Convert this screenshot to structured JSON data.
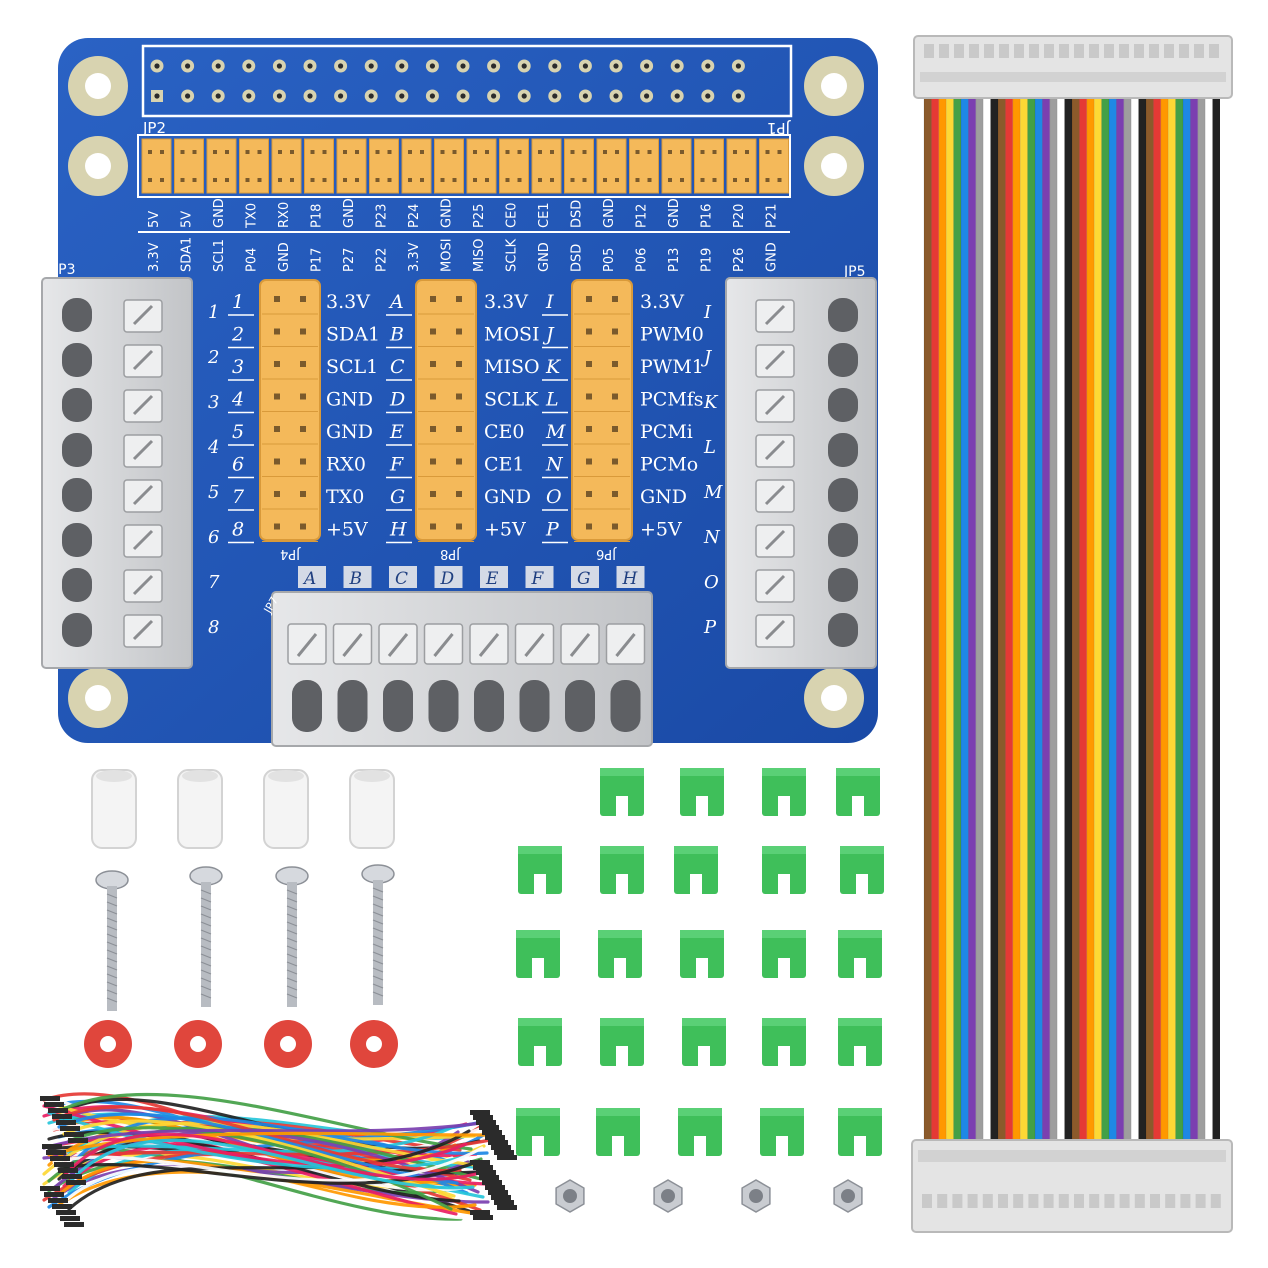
{
  "board": {
    "colors": {
      "pcb": "#1f56b8",
      "pcb_dark": "#163f8a",
      "header": "#f4b95a",
      "pad": "#d9d2b0",
      "terminal": "#cfd0d2",
      "silk": "#ffffff"
    },
    "header_labels": {
      "jp2": "JP2",
      "jp1": "JP1",
      "jp3": "JP3",
      "jp5": "JP5",
      "jp4": "JP4",
      "jp8": "JP8",
      "jp6": "JP6",
      "jp7": "JP7"
    },
    "pin_labels_top": [
      "5V",
      "5V",
      "GND",
      "TX0",
      "RX0",
      "P18",
      "GND",
      "P23",
      "P24",
      "GND",
      "P25",
      "CE0",
      "CE1",
      "DSD",
      "GND",
      "P12",
      "GND",
      "P16",
      "P20",
      "P21"
    ],
    "pin_labels_bottom": [
      "3.3V",
      "SDA1",
      "SCL1",
      "P04",
      "GND",
      "P17",
      "P27",
      "P22",
      "3.3V",
      "MOSI",
      "MISO",
      "SCLK",
      "GND",
      "DSD",
      "P05",
      "P06",
      "P13",
      "P19",
      "P26",
      "GND"
    ],
    "col1_numbers": [
      "1",
      "2",
      "3",
      "4",
      "5",
      "6",
      "7",
      "8"
    ],
    "col1_signals": [
      "3.3V",
      "SDA1",
      "SCL1",
      "GND",
      "GND",
      "RX0",
      "TX0",
      "+5V"
    ],
    "col2_letters": [
      "A",
      "B",
      "C",
      "D",
      "E",
      "F",
      "G",
      "H"
    ],
    "col2_signals": [
      "3.3V",
      "MOSI",
      "MISO",
      "SCLK",
      "CE0",
      "CE1",
      "GND",
      "+5V"
    ],
    "col3_letters": [
      "I",
      "J",
      "K",
      "L",
      "M",
      "N",
      "O",
      "P"
    ],
    "col3_signals": [
      "3.3V",
      "PWM0",
      "PWM1",
      "PCMfs",
      "PCMi",
      "PCMo",
      "GND",
      "+5V"
    ],
    "left_terminal_numbers": [
      "1",
      "2",
      "3",
      "4",
      "5",
      "6",
      "7",
      "8"
    ],
    "right_terminal_letters": [
      "I",
      "J",
      "K",
      "L",
      "M",
      "N",
      "O",
      "P"
    ],
    "bottom_terminal_letters": [
      "A",
      "B",
      "C",
      "D",
      "E",
      "F",
      "G",
      "H"
    ]
  },
  "accessories": {
    "colors": {
      "spacer": "#f4f4f4",
      "screw": "#b8bcc2",
      "washer": "#e0463c",
      "jumper": "#3fbf5a",
      "nut": "#c9ccd1"
    },
    "spacers": 4,
    "screws": 4,
    "washers": 4,
    "nuts": 4,
    "jumpers": 24
  },
  "ribbon": {
    "colors": [
      "#8b5a2b",
      "#e53935",
      "#ff9800",
      "#fdd835",
      "#43a047",
      "#1e88e5",
      "#7b3fb0",
      "#9e9e9e",
      "#ffffff",
      "#222222"
    ],
    "connector_color": "#e4e4e4"
  }
}
